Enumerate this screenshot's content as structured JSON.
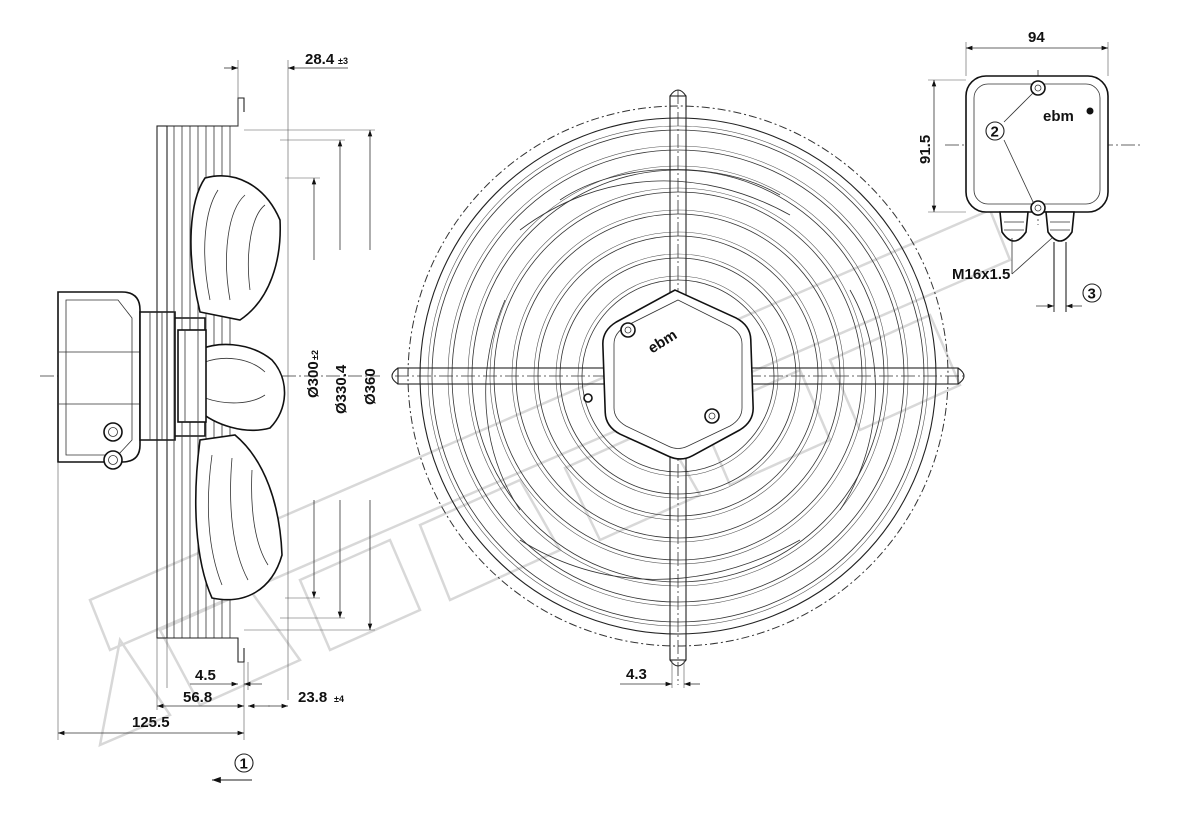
{
  "side_view": {
    "dim_top": "28.4",
    "dim_top_tol": "±3",
    "dim_d300": "Ø300",
    "dim_d300_tol": "±2",
    "dim_d330": "Ø330.4",
    "dim_d360": "Ø360",
    "dim_4_5": "4.5",
    "dim_56_8": "56.8",
    "dim_23_8": "23.8",
    "dim_23_8_tol": "±4",
    "dim_125_5": "125.5",
    "callout_airflow": "1"
  },
  "front_view": {
    "dim_4_3": "4.3",
    "logo": "ebm"
  },
  "box_view": {
    "dim_width": "94",
    "dim_height": "91.5",
    "thread": "M16x1.5",
    "callout_screw": "2",
    "callout_cable": "3",
    "logo": "ebm"
  }
}
